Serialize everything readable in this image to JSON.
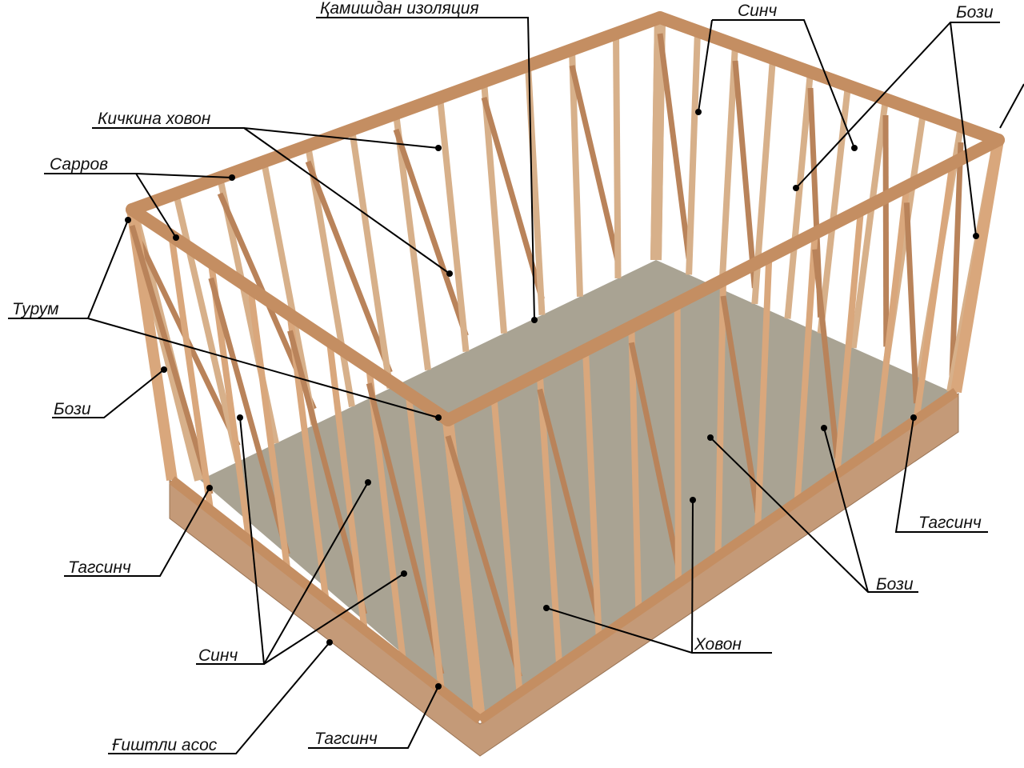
{
  "labels": {
    "reed_insulation": "Қамишдан изоляция",
    "sinch_top": "Синч",
    "bozi_top": "Бози",
    "small_hovon": "Кичкина ховон",
    "sarrov": "Сарров",
    "turum": "Турум",
    "bozi_left": "Бози",
    "tagsinch_left": "Тагсинч",
    "sinch_bottom": "Синч",
    "brick_base": "Ғиштли асос",
    "tagsinch_bottom": "Тагсинч",
    "hovon": "Ховон",
    "bozi_right": "Бози",
    "tagsinch_right": "Тагсинч"
  },
  "colors": {
    "wood": "#d9a77c",
    "wood_dark": "#b9835a",
    "sand": "#a9a393",
    "brick": "#c49a78",
    "leader": "#000000"
  }
}
